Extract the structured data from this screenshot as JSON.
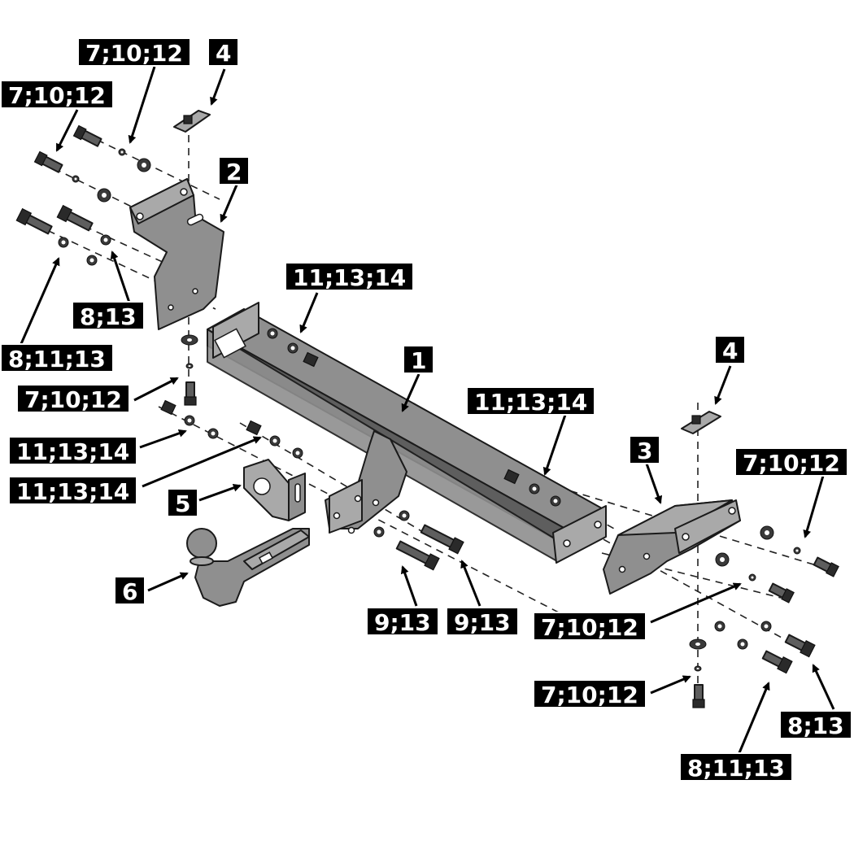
{
  "diagram": {
    "callouts": [
      {
        "id": "c1",
        "text": "7;10;12"
      },
      {
        "id": "c2",
        "text": "4"
      },
      {
        "id": "c3",
        "text": "7;10;12"
      },
      {
        "id": "c4",
        "text": "2"
      },
      {
        "id": "c5",
        "text": "11;13;14"
      },
      {
        "id": "c6",
        "text": "8;13"
      },
      {
        "id": "c7",
        "text": "8;11;13"
      },
      {
        "id": "c8",
        "text": "7;10;12"
      },
      {
        "id": "c9",
        "text": "11;13;14"
      },
      {
        "id": "c10",
        "text": "11;13;14"
      },
      {
        "id": "c11",
        "text": "5"
      },
      {
        "id": "c12",
        "text": "6"
      },
      {
        "id": "c13",
        "text": "1"
      },
      {
        "id": "c14",
        "text": "11;13;14"
      },
      {
        "id": "c15",
        "text": "4"
      },
      {
        "id": "c16",
        "text": "3"
      },
      {
        "id": "c17",
        "text": "7;10;12"
      },
      {
        "id": "c18",
        "text": "9;13"
      },
      {
        "id": "c19",
        "text": "9;13"
      },
      {
        "id": "c20",
        "text": "7;10;12"
      },
      {
        "id": "c21",
        "text": "7;10;12"
      },
      {
        "id": "c22",
        "text": "8;13"
      },
      {
        "id": "c23",
        "text": "8;11;13"
      }
    ]
  }
}
